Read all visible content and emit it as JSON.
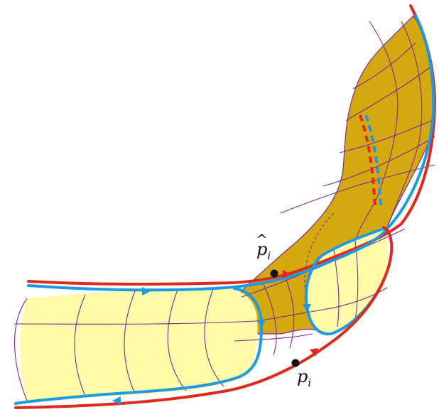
{
  "labels": {
    "p_hat": {
      "base": "p",
      "sub": "i",
      "accent": "^"
    },
    "p": {
      "base": "p",
      "sub": "i"
    }
  },
  "colors": {
    "dark_surface": "#D4A90F",
    "light_surface": "#FFFBA8",
    "red_curve": "#E0281C",
    "blue_curve": "#1E9BE0",
    "grid_lines": "#7A2C8A",
    "point": "#111111"
  }
}
